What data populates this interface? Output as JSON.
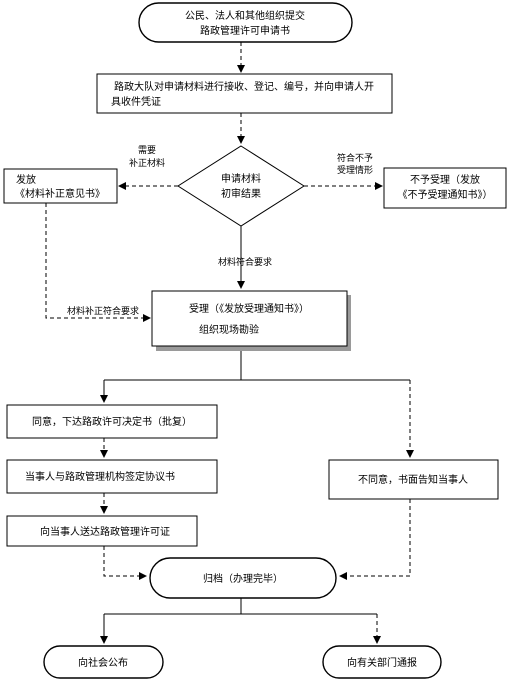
{
  "nodes": {
    "start_line1": "公民、法人和其他组织提交",
    "start_line2": "路政管理许可申请书",
    "receive_line1": "路政大队对申请材料进行接收、登记、编号，并向申请人开",
    "receive_line2": "具收件凭证",
    "review_line1": "申请材料",
    "review_line2": "初审结果",
    "correction_line1": "发放",
    "correction_line2": "《材料补正意见书》",
    "reject_line1": "不予受理（发放",
    "reject_line2": "《不予受理通知书》）",
    "accept_line1": "受理（《发放受理通知书》）",
    "accept_line2": "组织现场勘验",
    "approve": "同意，下达路政许可决定书（批复）",
    "agreement": "当事人与路政管理机构签定协议书",
    "permit": "向当事人送达路政管理许可证",
    "deny": "不同意，书面告知当事人",
    "archive": "归档（办理完毕）",
    "publish": "向社会公布",
    "notify": "向有关部门通报"
  },
  "edge_labels": {
    "need_line1": "需要",
    "need_line2": "补正材料",
    "noncompliant_line1": "符合不予",
    "noncompliant_line2": "受理情形",
    "meets": "材料符合要求",
    "corrected": "材料补正符合要求"
  }
}
